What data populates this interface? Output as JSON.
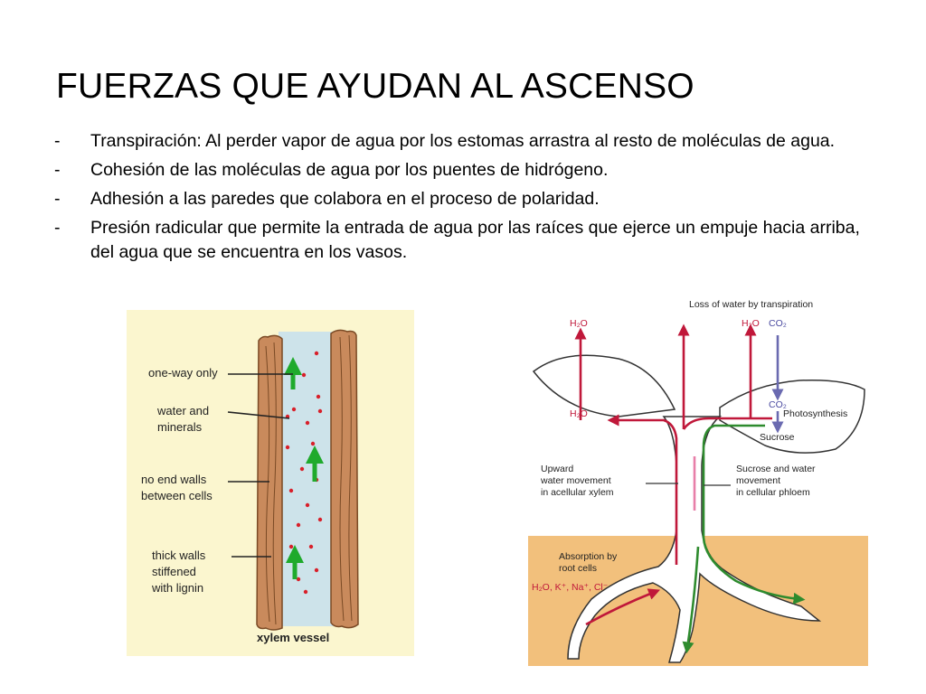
{
  "slide": {
    "title": "FUERZAS QUE AYUDAN AL ASCENSO",
    "bullets": [
      {
        "marker": "-",
        "text": "Transpiración: Al perder vapor de agua por los estomas arrastra al resto de moléculas de agua."
      },
      {
        "marker": "-",
        "text": "Cohesión de las moléculas de agua por los puentes de hidrógeno."
      },
      {
        "marker": "-",
        "text": "Adhesión a las paredes que colabora en el proceso de polaridad."
      },
      {
        "marker": "-",
        "text": "Presión radicular que permite la entrada de agua por las raíces que ejerce un empuje hacia arriba, del agua que se encuentra en los vasos."
      }
    ]
  },
  "xylem_figure": {
    "labels": {
      "one_way": "one-way only",
      "water_1": "water and",
      "water_2": "minerals",
      "no_end_1": "no end walls",
      "no_end_2": "between cells",
      "thick_1": "thick walls",
      "thick_2": "stiffened",
      "thick_3": "with lignin",
      "caption": "xylem vessel"
    },
    "colors": {
      "background": "#fbf6cf",
      "wall": "#c98a5c",
      "lumen": "#cde3ea",
      "arrow": "#1faa2c",
      "dot": "#d8202a"
    }
  },
  "plant_figure": {
    "labels": {
      "transpiration": "Loss of water by transpiration",
      "h2o_top": "H₂O",
      "h2o_left": "H₂O",
      "h2o_right": "H₂O",
      "co2_top": "CO₂",
      "co2_mid": "CO₂",
      "photosynthesis": "Photosynthesis",
      "sucrose": "Sucrose",
      "upward_1": "Upward",
      "upward_2": "water movement",
      "upward_3": "in acellular xylem",
      "sucrose_water_1": "Sucrose and water",
      "sucrose_water_2": "movement",
      "sucrose_water_3": "in cellular phloem",
      "absorption_1": "Absorption by",
      "absorption_2": "root cells",
      "ions": "H₂O, K⁺, Na⁺, Cl⁻"
    },
    "colors": {
      "soil": "#f2c07c",
      "xylem": "#c0183a",
      "phloem": "#2e8b2e",
      "co2": "#6a6ab0",
      "pink": "#e87fa8"
    }
  }
}
